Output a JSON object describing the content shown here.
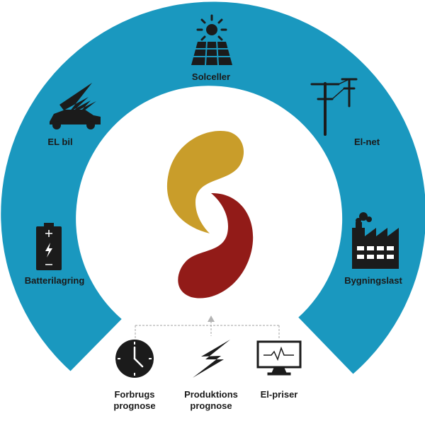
{
  "colors": {
    "ring": "#1a98bf",
    "logo_gold": "#c99d2a",
    "logo_red": "#921b18",
    "icon_dark": "#1b1b1b",
    "connector": "#b3b3b3"
  },
  "ring_items": [
    {
      "label": "Solceller",
      "icon": "solar-panel-icon"
    },
    {
      "label": "EL bil",
      "icon": "electric-car-icon"
    },
    {
      "label": "El-net",
      "icon": "power-pole-icon"
    },
    {
      "label": "Batterilagring",
      "icon": "battery-icon"
    },
    {
      "label": "Bygningslast",
      "icon": "factory-icon"
    }
  ],
  "inputs": [
    {
      "label_line1": "Forbrugs",
      "label_line2": "prognose",
      "icon": "clock-icon"
    },
    {
      "label_line1": "Produktions",
      "label_line2": "prognose",
      "icon": "lightning-icon"
    },
    {
      "label_line1": "El-priser",
      "label_line2": "",
      "icon": "monitor-pulse-icon"
    }
  ],
  "logo": {
    "icon": "swirl-logo-icon"
  }
}
